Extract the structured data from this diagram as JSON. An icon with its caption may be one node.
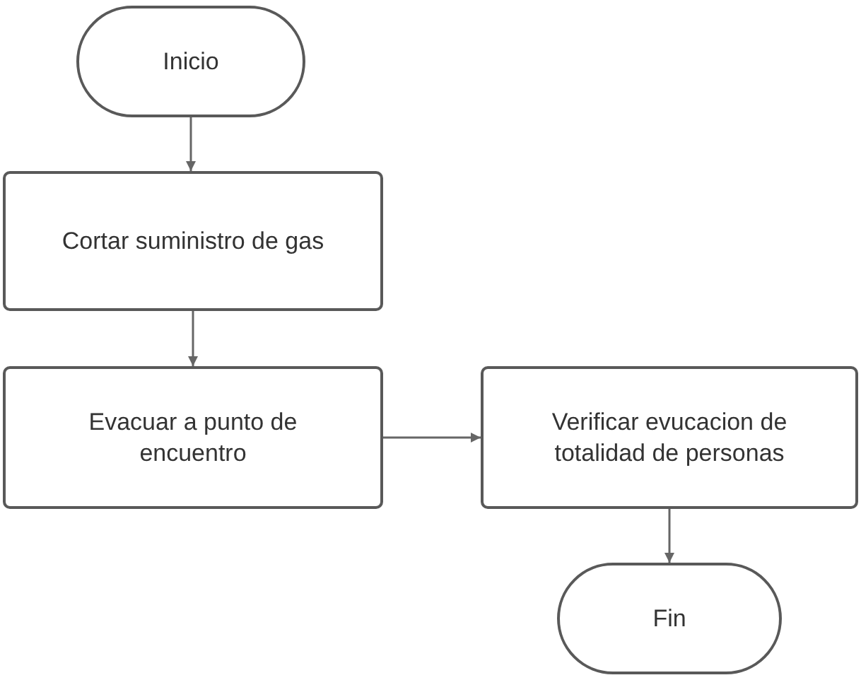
{
  "diagram": {
    "nodes": [
      {
        "text": [
          "Inicio"
        ]
      },
      {
        "text": [
          "Cortar suministro de gas"
        ]
      },
      {
        "text": [
          "Evacuar a punto de encuentro"
        ]
      },
      {
        "text": [
          "Verificar evucacion de totalidad de personas"
        ]
      },
      {
        "text": [
          "Fin"
        ]
      }
    ],
    "edges": [
      {
        "from": 0,
        "to": 1,
        "arrow": "to"
      },
      {
        "from": 1,
        "to": 2,
        "arrow": "to"
      },
      {
        "from": 2,
        "to": 3,
        "arrow": "to"
      },
      {
        "from": 3,
        "to": 4,
        "arrow": "to"
      }
    ]
  }
}
